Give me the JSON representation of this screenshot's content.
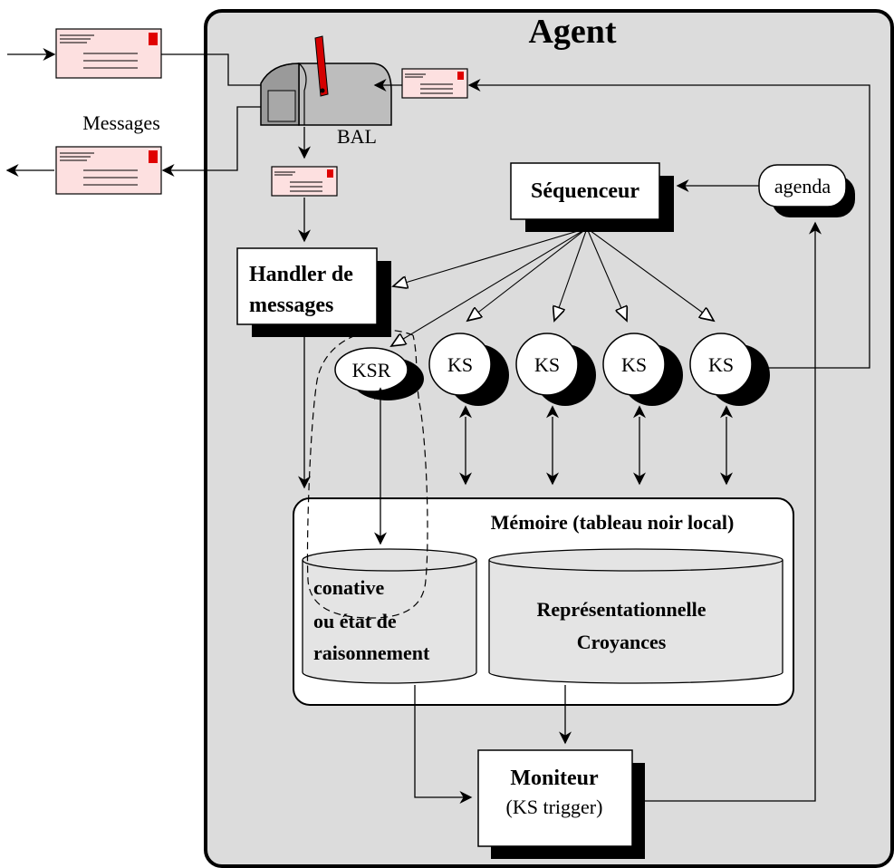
{
  "diagram": {
    "agent_title": "Agent",
    "messages_label": "Messages",
    "bal_label": "BAL",
    "sequenceur_label": "Séquenceur",
    "agenda_label": "agenda",
    "handler_line1": "Handler de",
    "handler_line2": "messages",
    "ksr_label": "KSR",
    "ks_labels": [
      "KS",
      "KS",
      "KS",
      "KS"
    ],
    "memoire_title": "Mémoire (tableau noir local)",
    "conative_line1": "conative",
    "conative_line2": "ou état de",
    "conative_line3": "raisonnement",
    "repr_line1": "Représentationnelle",
    "repr_line2": "Croyances",
    "moniteur_line1": "Moniteur",
    "moniteur_line2": "(KS trigger)"
  },
  "colors": {
    "agent_bg": "#dcdcdc",
    "envelope_fill": "#fde0e0",
    "stamp": "#e00000",
    "flag": "#d40000",
    "mailbox_body": "#bdbdbd",
    "cylinder_fill": "#e4e4e4",
    "shadow": "#000000"
  },
  "icons": [
    "mailbox-icon",
    "envelope-icon",
    "flag-icon"
  ]
}
